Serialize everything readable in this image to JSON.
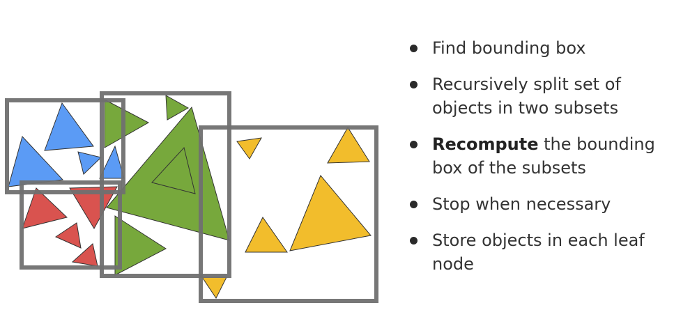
{
  "colors": {
    "blue": "#5b9bf5",
    "green": "#70a332",
    "red": "#d9534f",
    "yellow": "#f2bd2c",
    "box": "#707070"
  },
  "bullets": [
    {
      "text": "Find bounding box"
    },
    {
      "text": "Recursively split set of objects in two subsets"
    },
    {
      "bold": "Recompute",
      "rest": " the bounding box of the subsets"
    },
    {
      "text": "Stop when necessary"
    },
    {
      "text": "Store objects in each leaf node"
    }
  ]
}
